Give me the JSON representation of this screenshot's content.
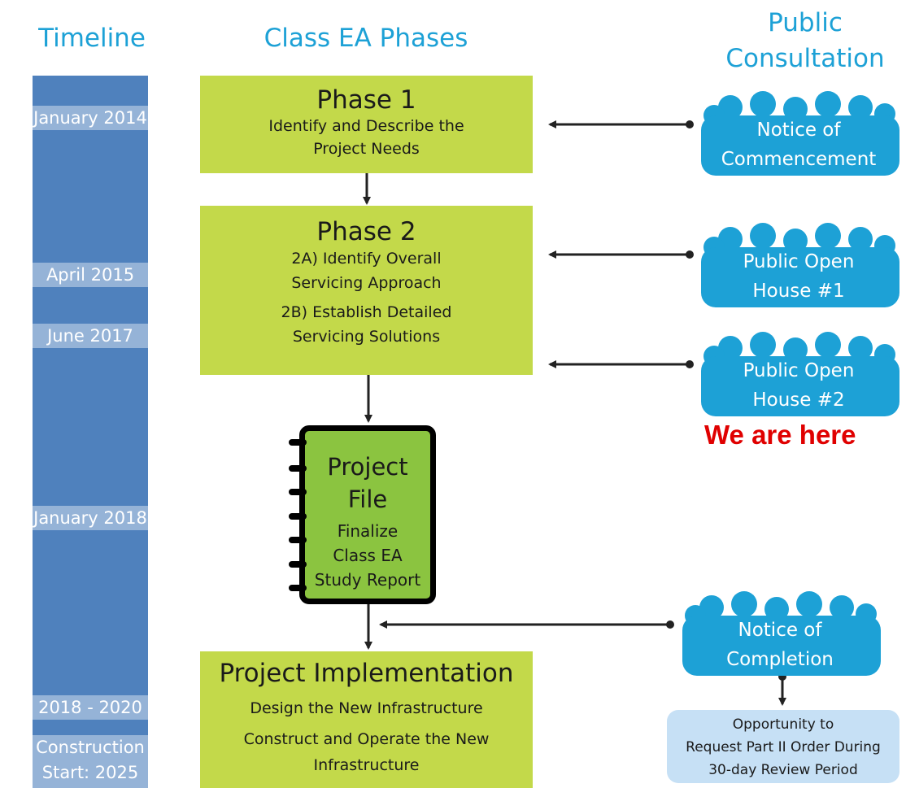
{
  "headings": {
    "timeline": "Timeline",
    "phases": "Class EA Phases",
    "consultation_line1": "Public",
    "consultation_line2": "Consultation"
  },
  "timeline": [
    {
      "label": "January 2014"
    },
    {
      "label": "April 2015"
    },
    {
      "label": "June 2017"
    },
    {
      "label": "January 2018"
    },
    {
      "label": "2018 - 2020"
    },
    {
      "label_line1": "Construction",
      "label_line2": "Start: 2025"
    }
  ],
  "phase1": {
    "title": "Phase 1",
    "line1": "Identify and Describe the",
    "line2": "Project Needs"
  },
  "phase2": {
    "title": "Phase 2",
    "a_line1": "2A) Identify Overall",
    "a_line2": "Servicing Approach",
    "b_line1": "2B) Establish Detailed",
    "b_line2": "Servicing Solutions"
  },
  "project_file": {
    "line1": "Project",
    "line2": "File",
    "line3": "Finalize",
    "line4": "Class EA",
    "line5": "Study Report"
  },
  "implementation": {
    "title": "Project Implementation",
    "line1": "Design the New Infrastructure",
    "line2": "Construct and Operate the New",
    "line3": "Infrastructure"
  },
  "consultation": [
    {
      "line1": "Notice of",
      "line2": "Commencement"
    },
    {
      "line1": "Public Open",
      "line2": "House #1"
    },
    {
      "line1": "Public Open",
      "line2": "House #2"
    },
    {
      "line1": "Notice of",
      "line2": "Completion"
    }
  ],
  "status_marker": "We are here",
  "opportunity": {
    "line1": "Opportunity to",
    "line2": "Request Part II Order During",
    "line3": "30-day Review Period"
  },
  "colors": {
    "timeline_bar": "#4f81bd",
    "timeline_label": "#95b3d7",
    "phase_box": "#c3d94a",
    "project_file": "#8bc440",
    "cloud": "#1da1d6",
    "marker": "#e00000"
  }
}
